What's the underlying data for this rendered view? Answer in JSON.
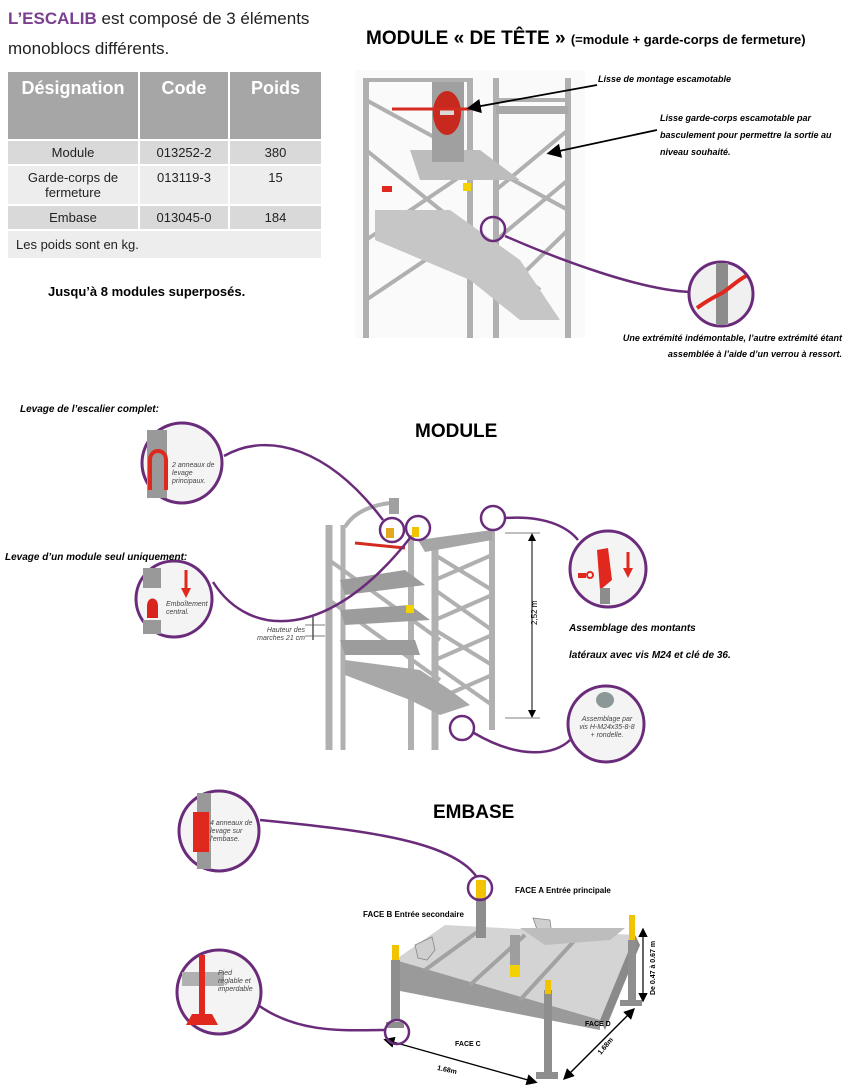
{
  "intro": {
    "brand": "L’ESCALIB",
    "text": " est composé de 3 éléments monoblocs différents."
  },
  "table": {
    "headers": [
      "Désignation",
      "Code",
      "Poids"
    ],
    "rows": [
      {
        "designation": "Module",
        "code": "013252-2",
        "poids": "380"
      },
      {
        "designation": "Garde-corps de fermeture",
        "code": "013119-3",
        "poids": "15"
      },
      {
        "designation": "Embase",
        "code": "013045-0",
        "poids": "184"
      }
    ],
    "note": "Les poids sont en kg."
  },
  "stack_note": "Jusqu’à 8 modules superposés.",
  "tete": {
    "title": "MODULE  « DE TÊTE »",
    "subtitle": "(=module + garde-corps de fermeture)",
    "callouts": {
      "lisse_montage": "Lisse de montage escamotable",
      "lisse_garde_corps": "Lisse garde-corps escamotable par basculement pour permettre la sortie au niveau souhaité.",
      "extremite": "Une extrémité indémontable, l’autre extrémité étant assemblée à l’aide d’un verrou à ressort."
    }
  },
  "module": {
    "title": "MODULE",
    "levage_complet_label": "Levage de l’escalier complet:",
    "levage_complet_detail": "2 anneaux de levage principaux.",
    "levage_module_label": "Levage d’un module seul uniquement:",
    "levage_module_detail": "Emboîtement central.",
    "hauteur_marches": "Hauteur des marches 21 cm",
    "height_dim": "2,52 m",
    "assemblage_montants_1": "Assemblage des montants",
    "assemblage_montants_2": "latéraux avec vis M24 et clé de 36.",
    "assemblage_vis": "Assemblage par vis H-M24x35-8-8 + rondelle."
  },
  "embase": {
    "title": "EMBASE",
    "anneaux_detail": "4 anneaux de levage sur l'embase.",
    "pied_detail": "Pied réglable et imperdable",
    "face_a": "FACE A Entrée principale",
    "face_b": "FACE B Entrée secondaire",
    "face_c": "FACE C",
    "face_d": "FACE D",
    "dim_c": "1.68m",
    "dim_d": "1.68m",
    "dim_height": "De 0.47 à 0.67 m"
  },
  "colors": {
    "brand_purple": "#7b3f8f",
    "callout_purple": "#6a2c7a",
    "steel": "#b5b5b5",
    "red": "#e0281e",
    "yellow": "#f2c300"
  }
}
